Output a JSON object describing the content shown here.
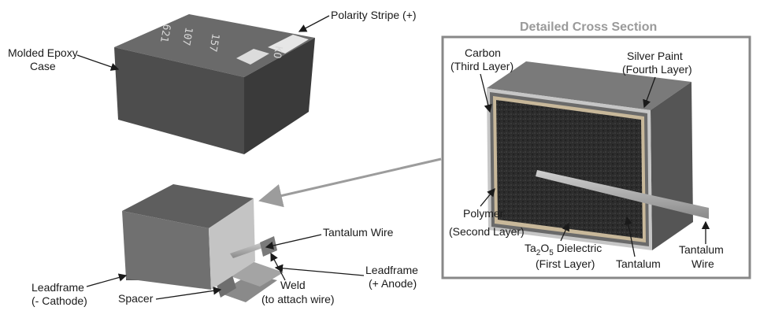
{
  "section_title": "Detailed Cross Section",
  "case_markings": [
    "621",
    "107",
    "157",
    "KO"
  ],
  "labels": {
    "polarity_stripe": "Polarity Stripe (+)",
    "epoxy_line1": "Molded Epoxy",
    "epoxy_line2": "Case",
    "carbon_line1": "Carbon",
    "carbon_line2": "(Third Layer)",
    "silver_line1": "Silver Paint",
    "silver_line2": "(Fourth Layer)",
    "polymer_line1": "Polymer",
    "polymer_line2": "(Second Layer)",
    "dielectric_prefix": "Ta",
    "dielectric_sub1": "2",
    "dielectric_mid": "O",
    "dielectric_sub2": "5",
    "dielectric_suffix": " Dielectric",
    "dielectric_line2": "(First Layer)",
    "tantalum": "Tantalum",
    "tantalum_wire_line1": "Tantalum",
    "tantalum_wire_line2": "Wire",
    "tantalum_wire_top": "Tantalum Wire",
    "lf_anode_line1": "Leadframe",
    "lf_anode_line2": "(+ Anode)",
    "lf_cathode_line1": "Leadframe",
    "lf_cathode_line2": "(- Cathode)",
    "spacer": "Spacer",
    "weld_line1": "Weld",
    "weld_line2": "(to attach wire)"
  },
  "colors": {
    "case_top": "#5e5e5e",
    "case_front": "#4a4a4a",
    "case_side": "#3c3c3c",
    "stripe": "#e8e8e8",
    "panel_border": "#888888",
    "section_title": "#9a9a9a",
    "core_dark": "#2a2a2a",
    "silver_layer": "#b8b8b8",
    "leader": "#1a1a1a",
    "pointer_arrow": "#9c9c9c"
  }
}
